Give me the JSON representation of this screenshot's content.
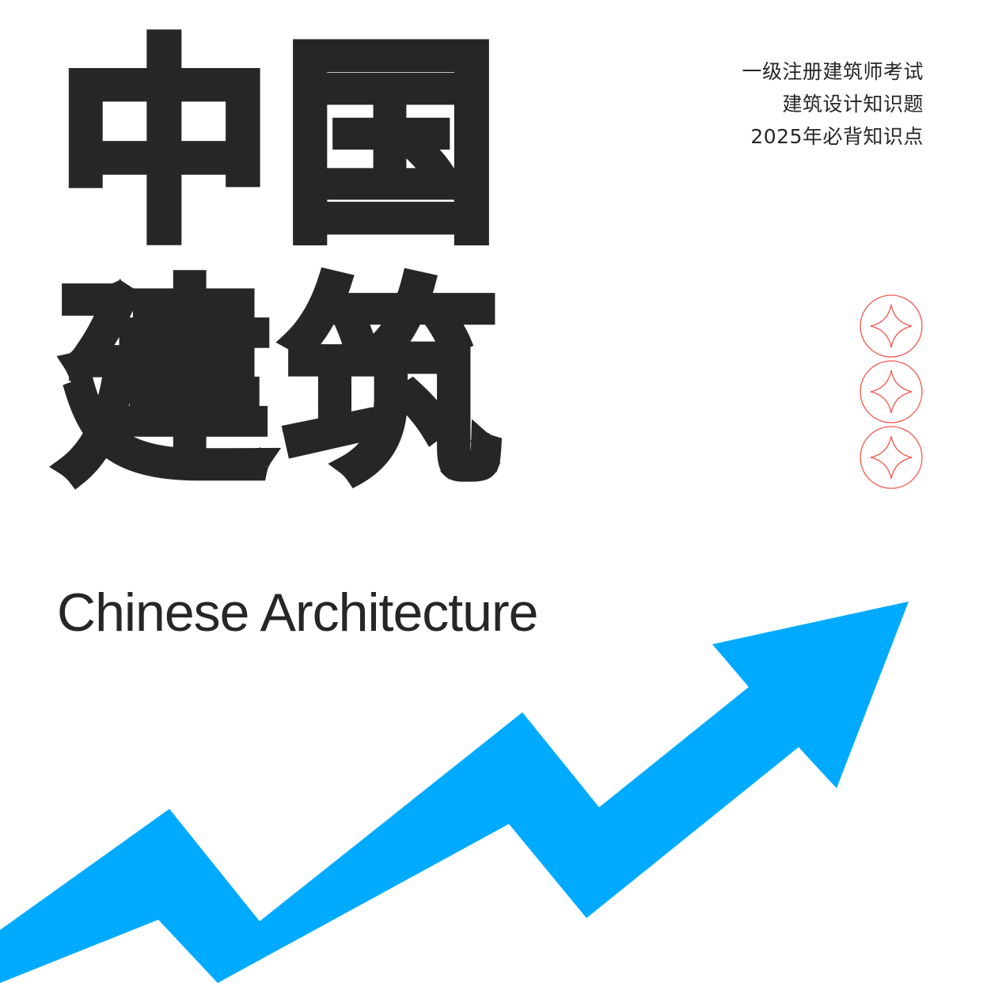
{
  "title": {
    "chars": [
      "中",
      "国",
      "建",
      "筑"
    ]
  },
  "side_text": [
    "一级注册建筑师考试",
    "建筑设计知识题",
    "2025年必背知识点"
  ],
  "subtitle": "Chinese Architecture",
  "ornaments": {
    "icon": "diamond-in-circle-icon",
    "count": 3,
    "color": "#f2584e"
  },
  "arrow": {
    "icon": "trend-up-arrow-icon",
    "color": "#00abff"
  },
  "colors": {
    "text": "#262626",
    "background": "#ffffff"
  }
}
